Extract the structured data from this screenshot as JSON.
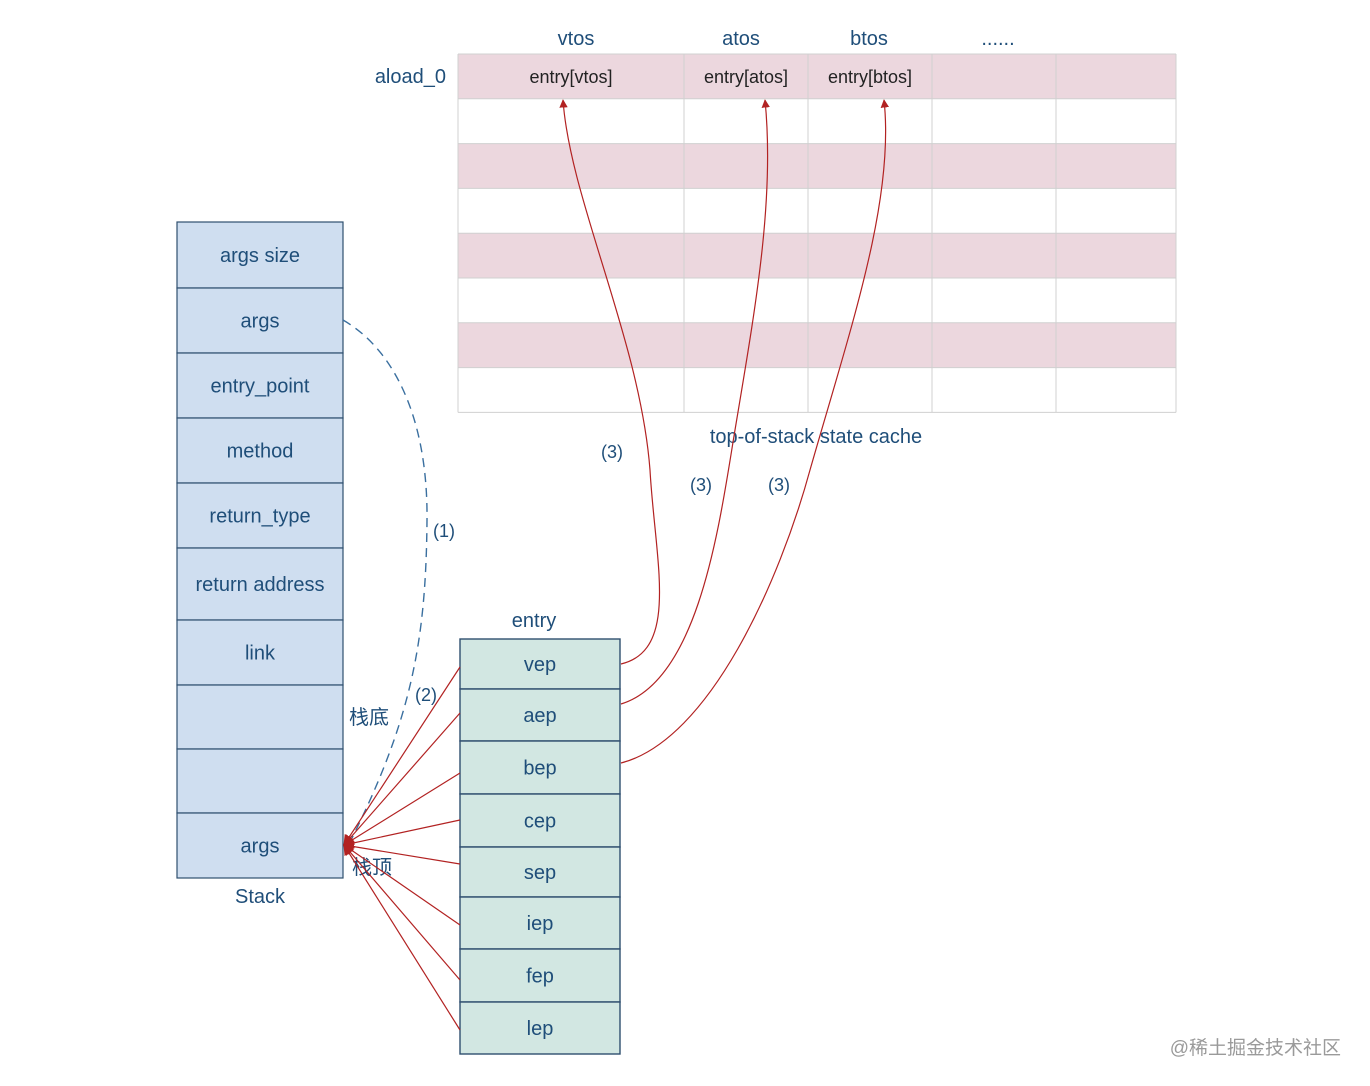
{
  "colors": {
    "stack_fill": "#cfdef0",
    "entry_fill": "#d2e7e2",
    "border": "#2f4f6f",
    "cache_row_fill": "#ecd7de",
    "grid_line": "#d0d0d0",
    "text": "#1f4e79",
    "arrow_red": "#b22222",
    "dashed_blue": "#3a6f9f"
  },
  "cache": {
    "column_headers": [
      "vtos",
      "atos",
      "btos",
      "......"
    ],
    "row_label": "aload_0",
    "row0_cells": [
      "entry[vtos]",
      "entry[atos]",
      "entry[btos]",
      "",
      ""
    ],
    "caption": "top-of-stack state cache",
    "row_count": 8
  },
  "stack": {
    "cells": [
      "args size",
      "args",
      "entry_point",
      "method",
      "return_type",
      "return address",
      "link",
      "",
      "",
      "args"
    ],
    "caption": "Stack",
    "bottom_marker": "栈底",
    "top_marker": "栈顶"
  },
  "entry": {
    "title": "entry",
    "cells": [
      "vep",
      "aep",
      "bep",
      "cep",
      "sep",
      "iep",
      "fep",
      "lep"
    ]
  },
  "edge_labels": {
    "step1": "(1)",
    "step2": "(2)",
    "step3_a": "(3)",
    "step3_b": "(3)",
    "step3_c": "(3)"
  },
  "watermark": "@稀土掘金技术社区"
}
